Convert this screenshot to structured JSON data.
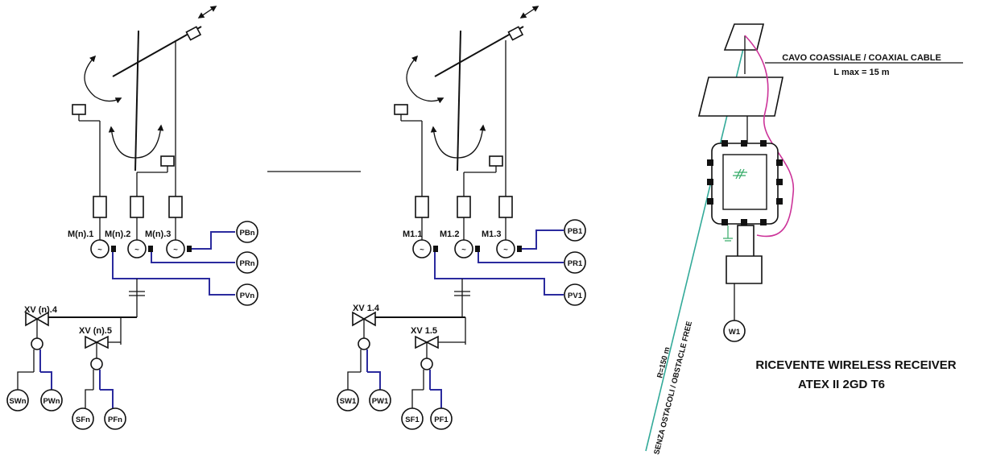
{
  "colors": {
    "line": "#111111",
    "signal": "#2b2b9e",
    "cable": "#cc3399",
    "range": "#33aa99"
  },
  "left_unit": {
    "motors": [
      "M(n).1",
      "M(n).2",
      "M(n).3"
    ],
    "pos_tags": [
      "PBn",
      "PRn",
      "PVn"
    ],
    "valves": [
      "XV (n).4",
      "XV (n).5"
    ],
    "switches": [
      "SWn",
      "PWn",
      "SFn",
      "PFn"
    ]
  },
  "right_unit": {
    "motors": [
      "M1.1",
      "M1.2",
      "M1.3"
    ],
    "pos_tags": [
      "PB1",
      "PR1",
      "PV1"
    ],
    "valves": [
      "XV 1.4",
      "XV 1.5"
    ],
    "switches": [
      "SW1",
      "PW1",
      "SF1",
      "PF1"
    ]
  },
  "receiver": {
    "cable_line1": "CAVO COASSIALE / COAXIAL CABLE",
    "cable_line2": "L max = 15 m",
    "radius": "R=150 m",
    "obstacle": "SENZA OSTACOLI / OBSTACLE FREE",
    "transmitter_tag": "W1",
    "title": "RICEVENTE WIRELESS RECEIVER",
    "subtitle": "ATEX   II 2GD T6"
  }
}
